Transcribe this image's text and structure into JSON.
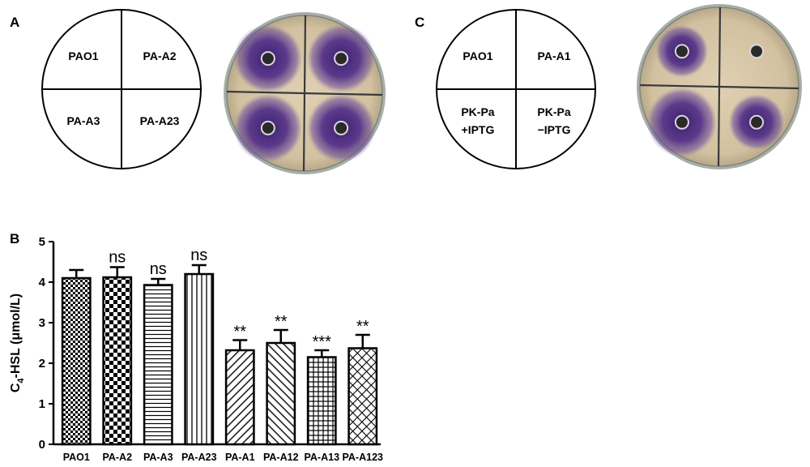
{
  "panel_labels": {
    "a": "A",
    "b": "B",
    "c": "C"
  },
  "panel_a": {
    "quadrants": [
      {
        "lines": [
          "PAO1"
        ]
      },
      {
        "lines": [
          "PA-A2"
        ]
      },
      {
        "lines": [
          "PA-A3"
        ]
      },
      {
        "lines": [
          "PA-A23"
        ]
      }
    ],
    "plate_zones": [
      1,
      1,
      1,
      1
    ]
  },
  "panel_c": {
    "quadrants": [
      {
        "lines": [
          "PAO1"
        ]
      },
      {
        "lines": [
          "PA-A1"
        ]
      },
      {
        "lines": [
          "PK-Pa",
          "+IPTG"
        ]
      },
      {
        "lines": [
          "PK-Pa",
          "−IPTG"
        ]
      }
    ],
    "plate_zones": [
      0.75,
      0,
      1,
      0.8
    ]
  },
  "colors": {
    "violet": "#4a2a7a",
    "agar": "#dcccb0",
    "plate_rim": "#9aa09a"
  },
  "chart_data": {
    "type": "bar",
    "ylabel_main": "C",
    "ylabel_sub": "4",
    "ylabel_rest": "-HSL (μmol/L)",
    "ylim": [
      0,
      5
    ],
    "yticks": [
      "0",
      "1",
      "2",
      "3",
      "4",
      "5"
    ],
    "categories": [
      "PAO1",
      "PA-A2",
      "PA-A3",
      "PA-A23",
      "PA-A1",
      "PA-A12",
      "PA-A13",
      "PA-A123"
    ],
    "values": [
      4.1,
      4.12,
      3.93,
      4.2,
      2.32,
      2.5,
      2.15,
      2.37
    ],
    "errors": [
      0.2,
      0.25,
      0.15,
      0.22,
      0.25,
      0.32,
      0.17,
      0.33
    ],
    "significance": [
      "",
      "ns",
      "ns",
      "ns",
      "**",
      "**",
      "***",
      "**"
    ],
    "patterns": [
      "checker-small",
      "checker-large",
      "horizontal",
      "vertical",
      "diag-up",
      "diag-down",
      "grid",
      "crosshatch"
    ],
    "grid": false,
    "legend": "none"
  }
}
